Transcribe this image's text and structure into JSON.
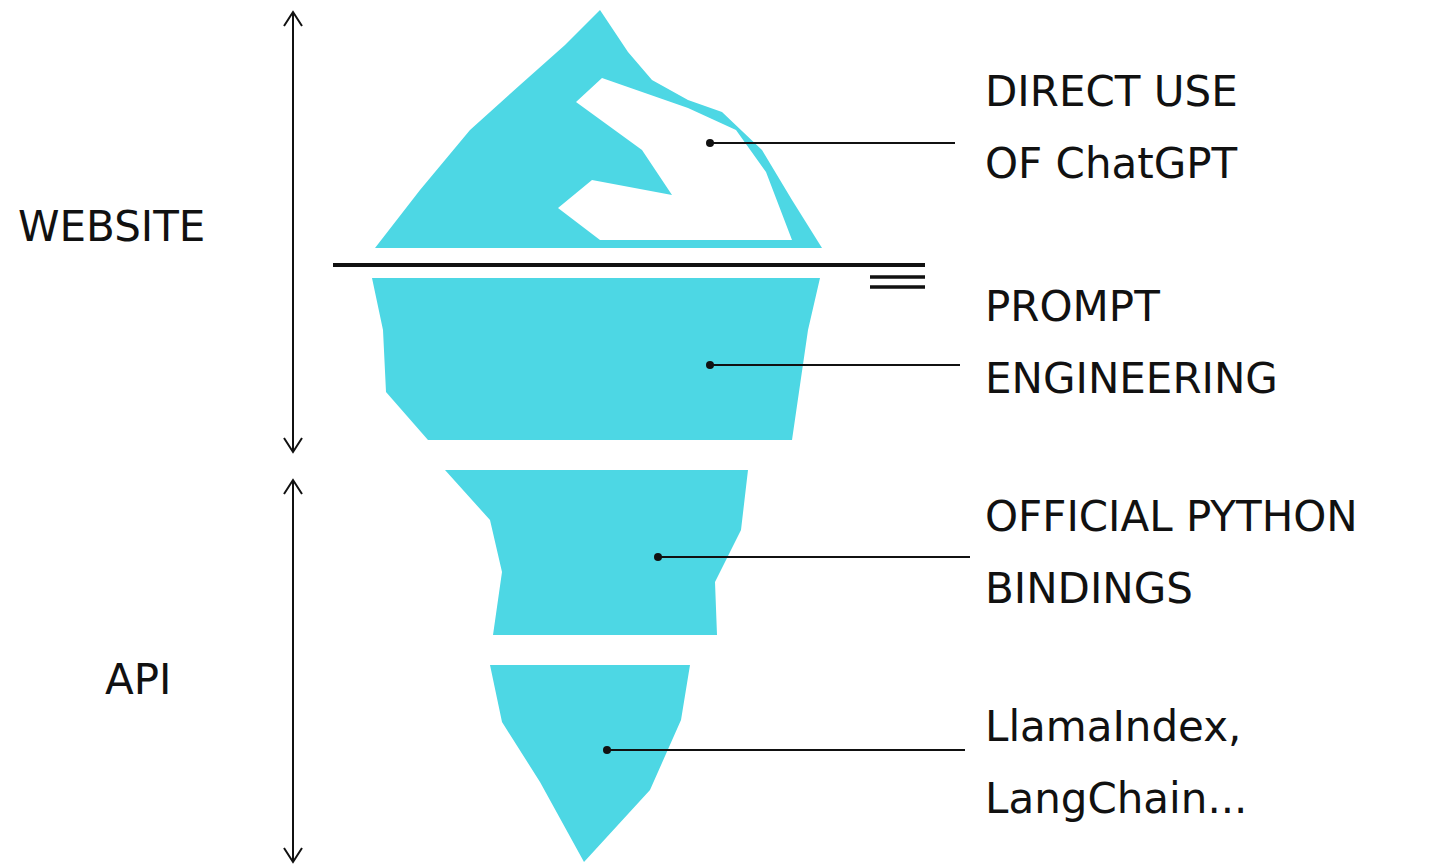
{
  "diagram": {
    "labels": [
      "WEBSITE",
      "DIRECT USE OF ChatGPT",
      "PROMPT ENGINEERING",
      "API",
      "OFFICIAL PYTHON BINDINGS",
      "LlamaIndex, LangChain..."
    ]
  }
}
